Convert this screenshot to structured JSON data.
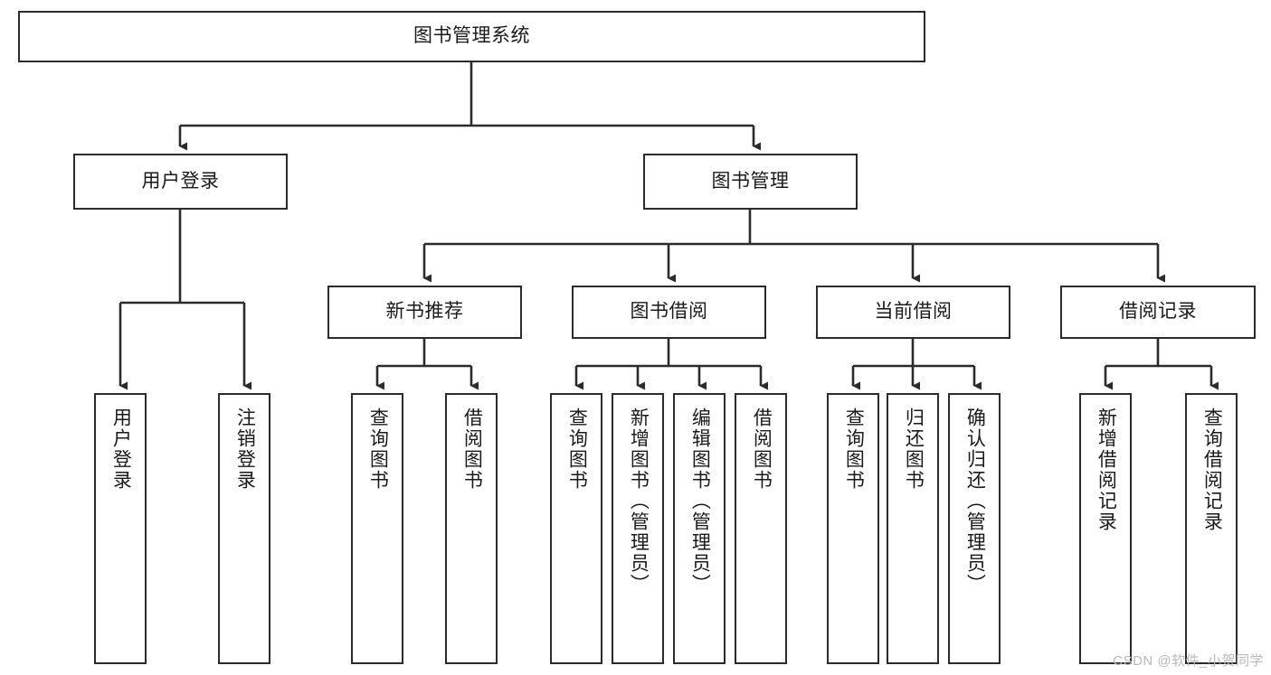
{
  "diagram": {
    "title": "图书管理系统",
    "type": "tree-hierarchy",
    "colors": {
      "stroke": "#2b2b2b",
      "fill": "#ffffff",
      "text": "#1a1a1a",
      "watermark": "#b9b9b9"
    }
  },
  "root": {
    "label": "图书管理系统"
  },
  "level2": [
    {
      "label": "用户登录"
    },
    {
      "label": "图书管理"
    }
  ],
  "level3": [
    {
      "label": "新书推荐"
    },
    {
      "label": "图书借阅"
    },
    {
      "label": "当前借阅"
    },
    {
      "label": "借阅记录"
    }
  ],
  "leaves": {
    "user_login": [
      {
        "label": "用户登录"
      },
      {
        "label": "注销登录"
      }
    ],
    "new_book_recommend": [
      {
        "label": "查询图书"
      },
      {
        "label": "借阅图书"
      }
    ],
    "book_borrow": [
      {
        "label": "查询图书"
      },
      {
        "label": "新增图书（管理员）"
      },
      {
        "label": "编辑图书（管理员）"
      },
      {
        "label": "借阅图书"
      }
    ],
    "current_borrow": [
      {
        "label": "查询图书"
      },
      {
        "label": "归还图书"
      },
      {
        "label": "确认归还（管理员）"
      }
    ],
    "borrow_record": [
      {
        "label": "新增借阅记录"
      },
      {
        "label": "查询借阅记录"
      }
    ]
  },
  "watermark": {
    "text": "CSDN @软件_小贺同学"
  }
}
